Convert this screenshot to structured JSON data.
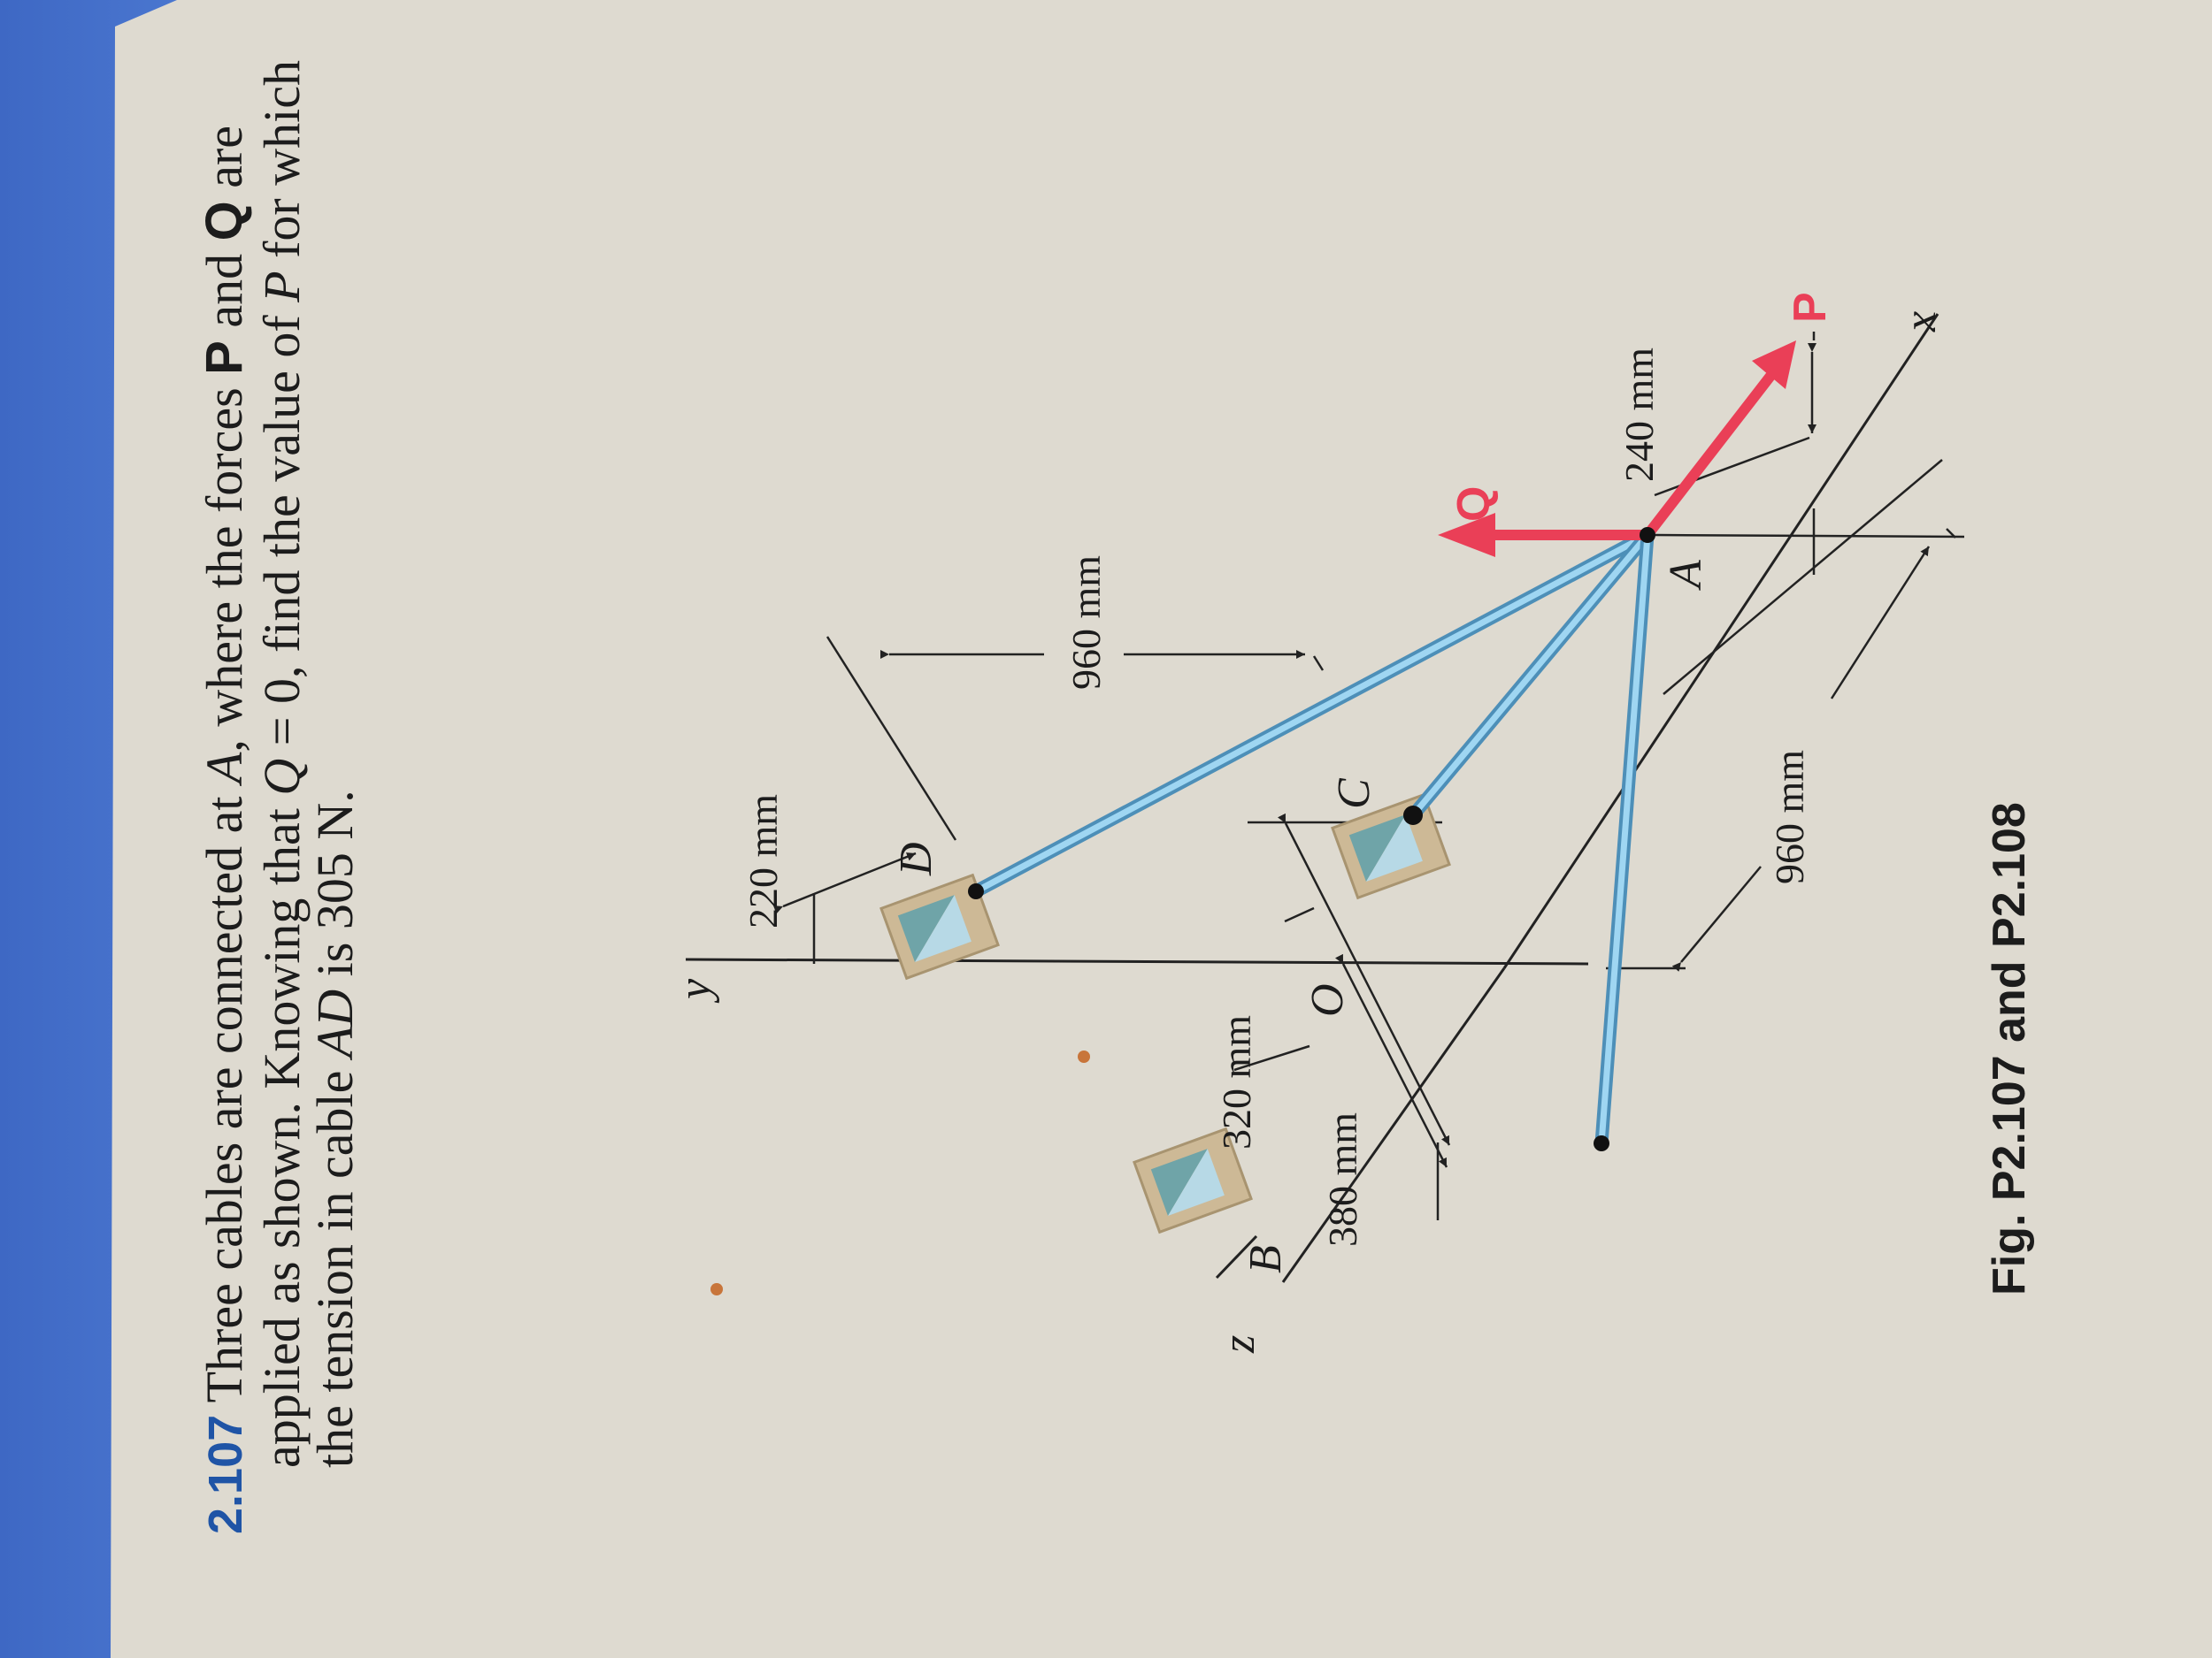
{
  "problem": {
    "number": "2.107",
    "line1": {
      "prefix": "Three cables are connected at ",
      "point_a": "A",
      "mid": ", where the forces ",
      "force_p": "P",
      "and_word": "and",
      "force_q": "Q",
      "suffix": "are"
    },
    "line2": {
      "prefix": "applied as shown. Knowing that ",
      "q_var": "Q",
      "q_eq": " = 0, find the value of ",
      "p_var": "P",
      "suffix": " for which"
    },
    "line3": {
      "prefix": "the tension in cable ",
      "cable": "AD",
      "suffix": " is 305 N."
    }
  },
  "figure": {
    "points": {
      "a": "A",
      "b": "B",
      "c": "C",
      "d": "D",
      "o": "O"
    },
    "axes": {
      "x": "x",
      "y": "y",
      "z": "z"
    },
    "forces": {
      "p": "P",
      "q": "Q"
    },
    "dimensions": {
      "d_220": "220 mm",
      "d_960_top": "960 mm",
      "d_320": "320 mm",
      "d_380": "380 mm",
      "d_960_bottom": "960 mm",
      "d_240": "240 mm"
    },
    "caption": "Fig. P2.107 and P2.108",
    "colors": {
      "cable": "#7cc4ea",
      "force": "#ea3f57",
      "heading": "#1f54a6"
    }
  }
}
